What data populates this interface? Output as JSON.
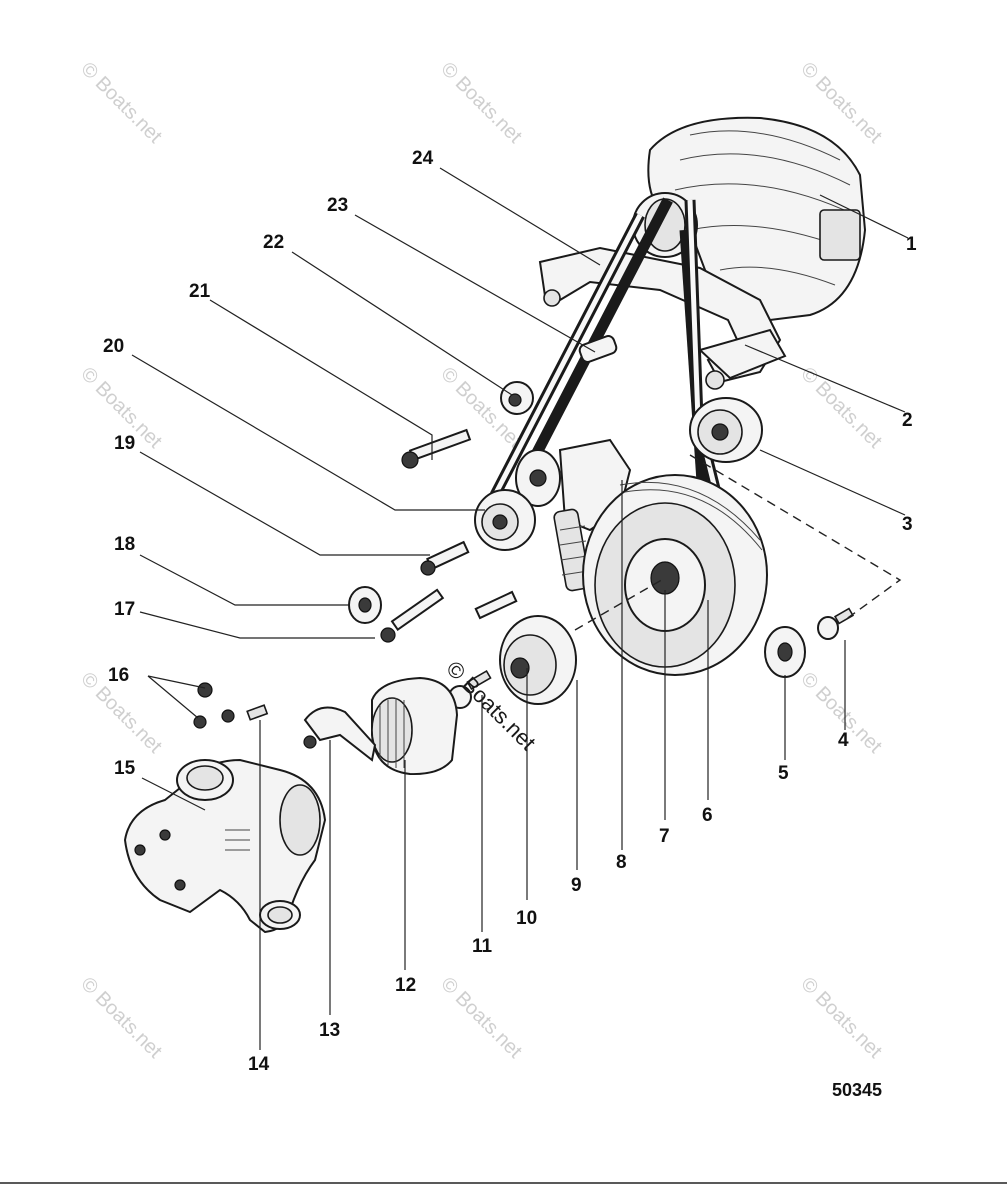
{
  "diagram": {
    "drawing_number": "50345",
    "watermark_text": "© Boats.net",
    "callouts": [
      "1",
      "2",
      "3",
      "4",
      "5",
      "6",
      "7",
      "8",
      "9",
      "10",
      "11",
      "12",
      "13",
      "14",
      "15",
      "16",
      "17",
      "18",
      "19",
      "20",
      "21",
      "22",
      "23",
      "24"
    ],
    "colors": {
      "ink": "#1a1a1a",
      "watermark": "#cfcfcf",
      "background": "#ffffff"
    }
  }
}
